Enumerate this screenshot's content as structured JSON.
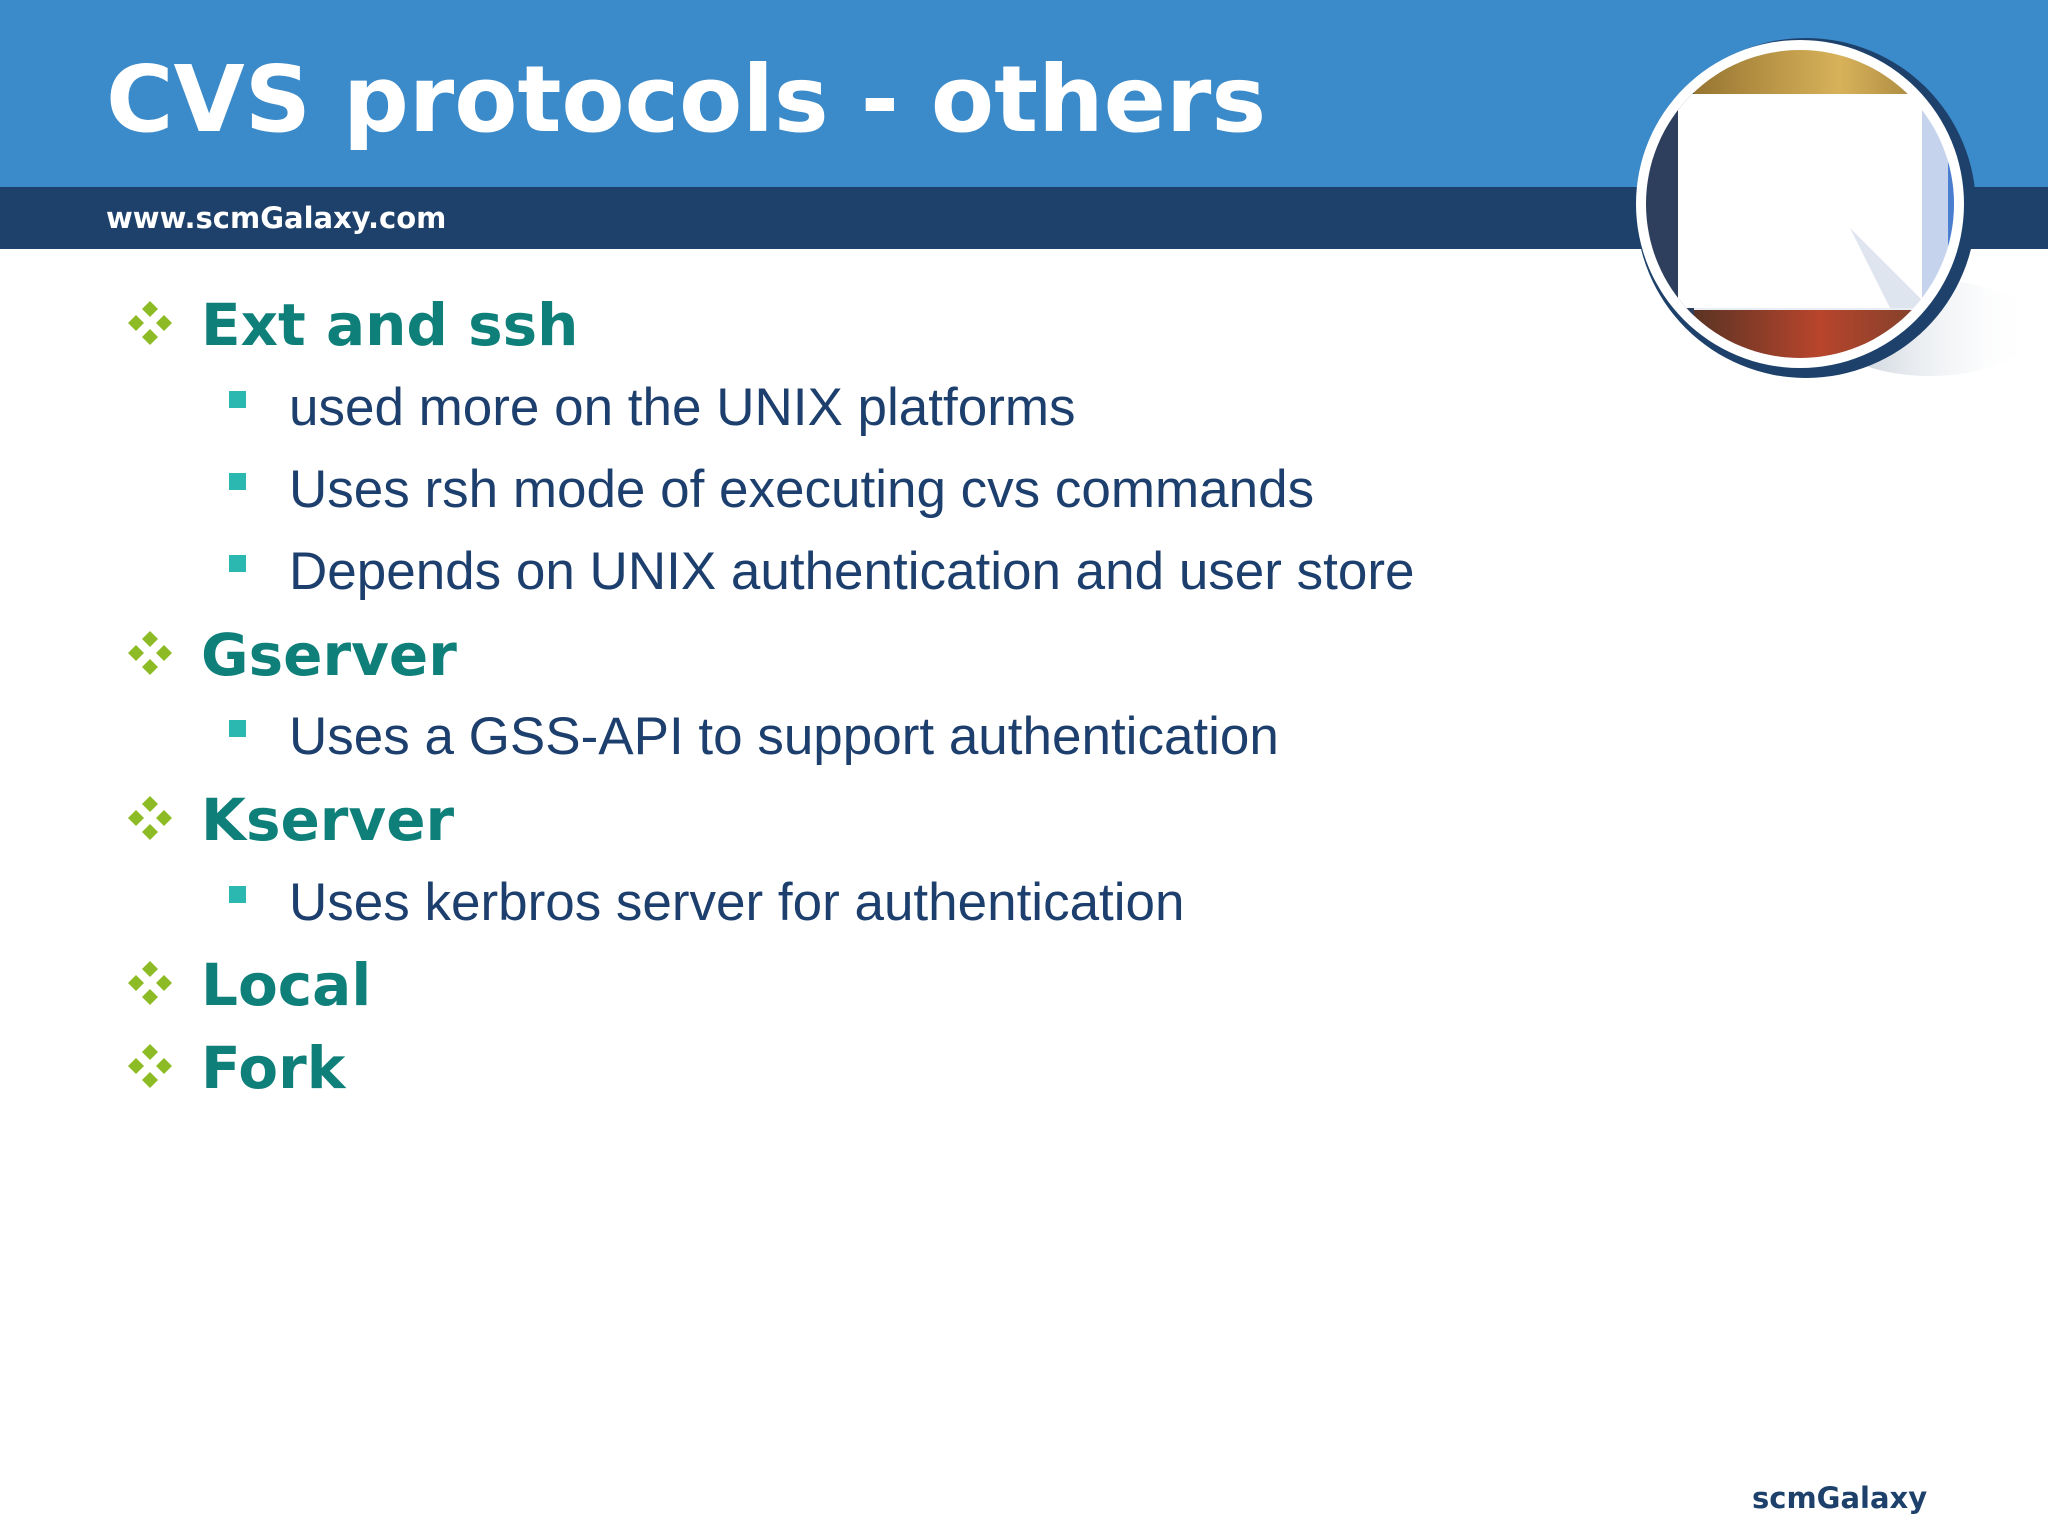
{
  "slide": {
    "title": "CVS protocols - others",
    "website": "www.scmGalaxy.com",
    "footer_brand": "scmGalaxy"
  },
  "bullets": [
    {
      "label": "Ext and ssh",
      "subitems": [
        "used more on the UNIX platforms",
        "Uses rsh mode of executing cvs commands",
        "Depends on UNIX authentication and user store"
      ]
    },
    {
      "label": "Gserver",
      "subitems": [
        "Uses a GSS-API to support authentication"
      ]
    },
    {
      "label": "Kserver",
      "subitems": [
        "Uses kerbros server for authentication"
      ]
    },
    {
      "label": "Local",
      "subitems": []
    },
    {
      "label": "Fork",
      "subitems": []
    }
  ],
  "icons": {
    "level1_bullet": "four-diamond-bullet-icon",
    "level2_bullet": "square-bullet-icon",
    "corner_image": "circular-photo-icon"
  },
  "colors": {
    "title_band": "#3b8ac9",
    "subtitle_band": "#1d416b",
    "heading_text": "#0f7f7a",
    "body_text": "#1d3f6e",
    "diamond_bullet": "#8dbb25",
    "square_bullet": "#2ab8b0"
  }
}
